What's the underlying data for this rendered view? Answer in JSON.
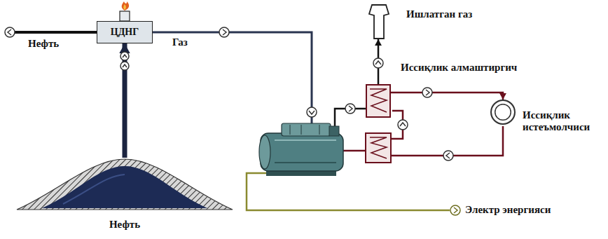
{
  "diagram": {
    "nodes": [
      {
        "text": [
          "ЦДНГ"
        ]
      },
      {
        "text": [
          "Нефть"
        ]
      },
      {
        "text": [
          "Иссиқлик алмаштиргич"
        ]
      },
      {
        "text": [
          "Иссиқлик истеъмолчиси"
        ]
      },
      {
        "text": [
          "Ишлатган газ"
        ]
      }
    ],
    "edges": [
      {
        "from": 1,
        "to": 0,
        "arrow": "to"
      },
      {
        "from": 2,
        "to": 3,
        "arrow": "to"
      },
      {
        "from": 2,
        "to": 4,
        "arrow": "to"
      }
    ],
    "labels": [
      "Нефть",
      "Газ",
      "Электр энергияси"
    ]
  }
}
